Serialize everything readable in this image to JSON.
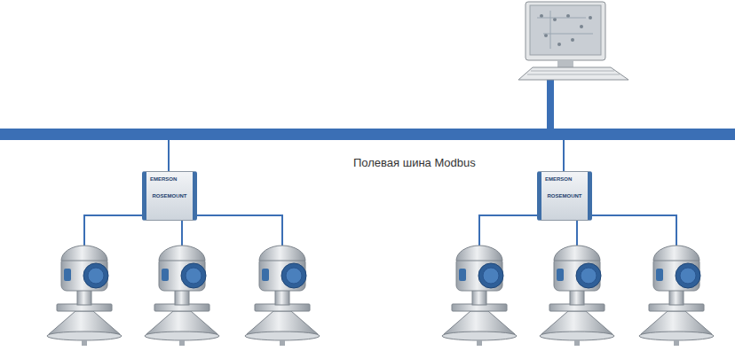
{
  "diagram": {
    "nodes": [
      {
        "text": [
          "EMERSON",
          "ROSEMOUNT"
        ]
      },
      {
        "text": [
          "EMERSON",
          "ROSEMOUNT"
        ]
      }
    ],
    "labels": [
      "Полевая шина Modbus"
    ]
  }
}
